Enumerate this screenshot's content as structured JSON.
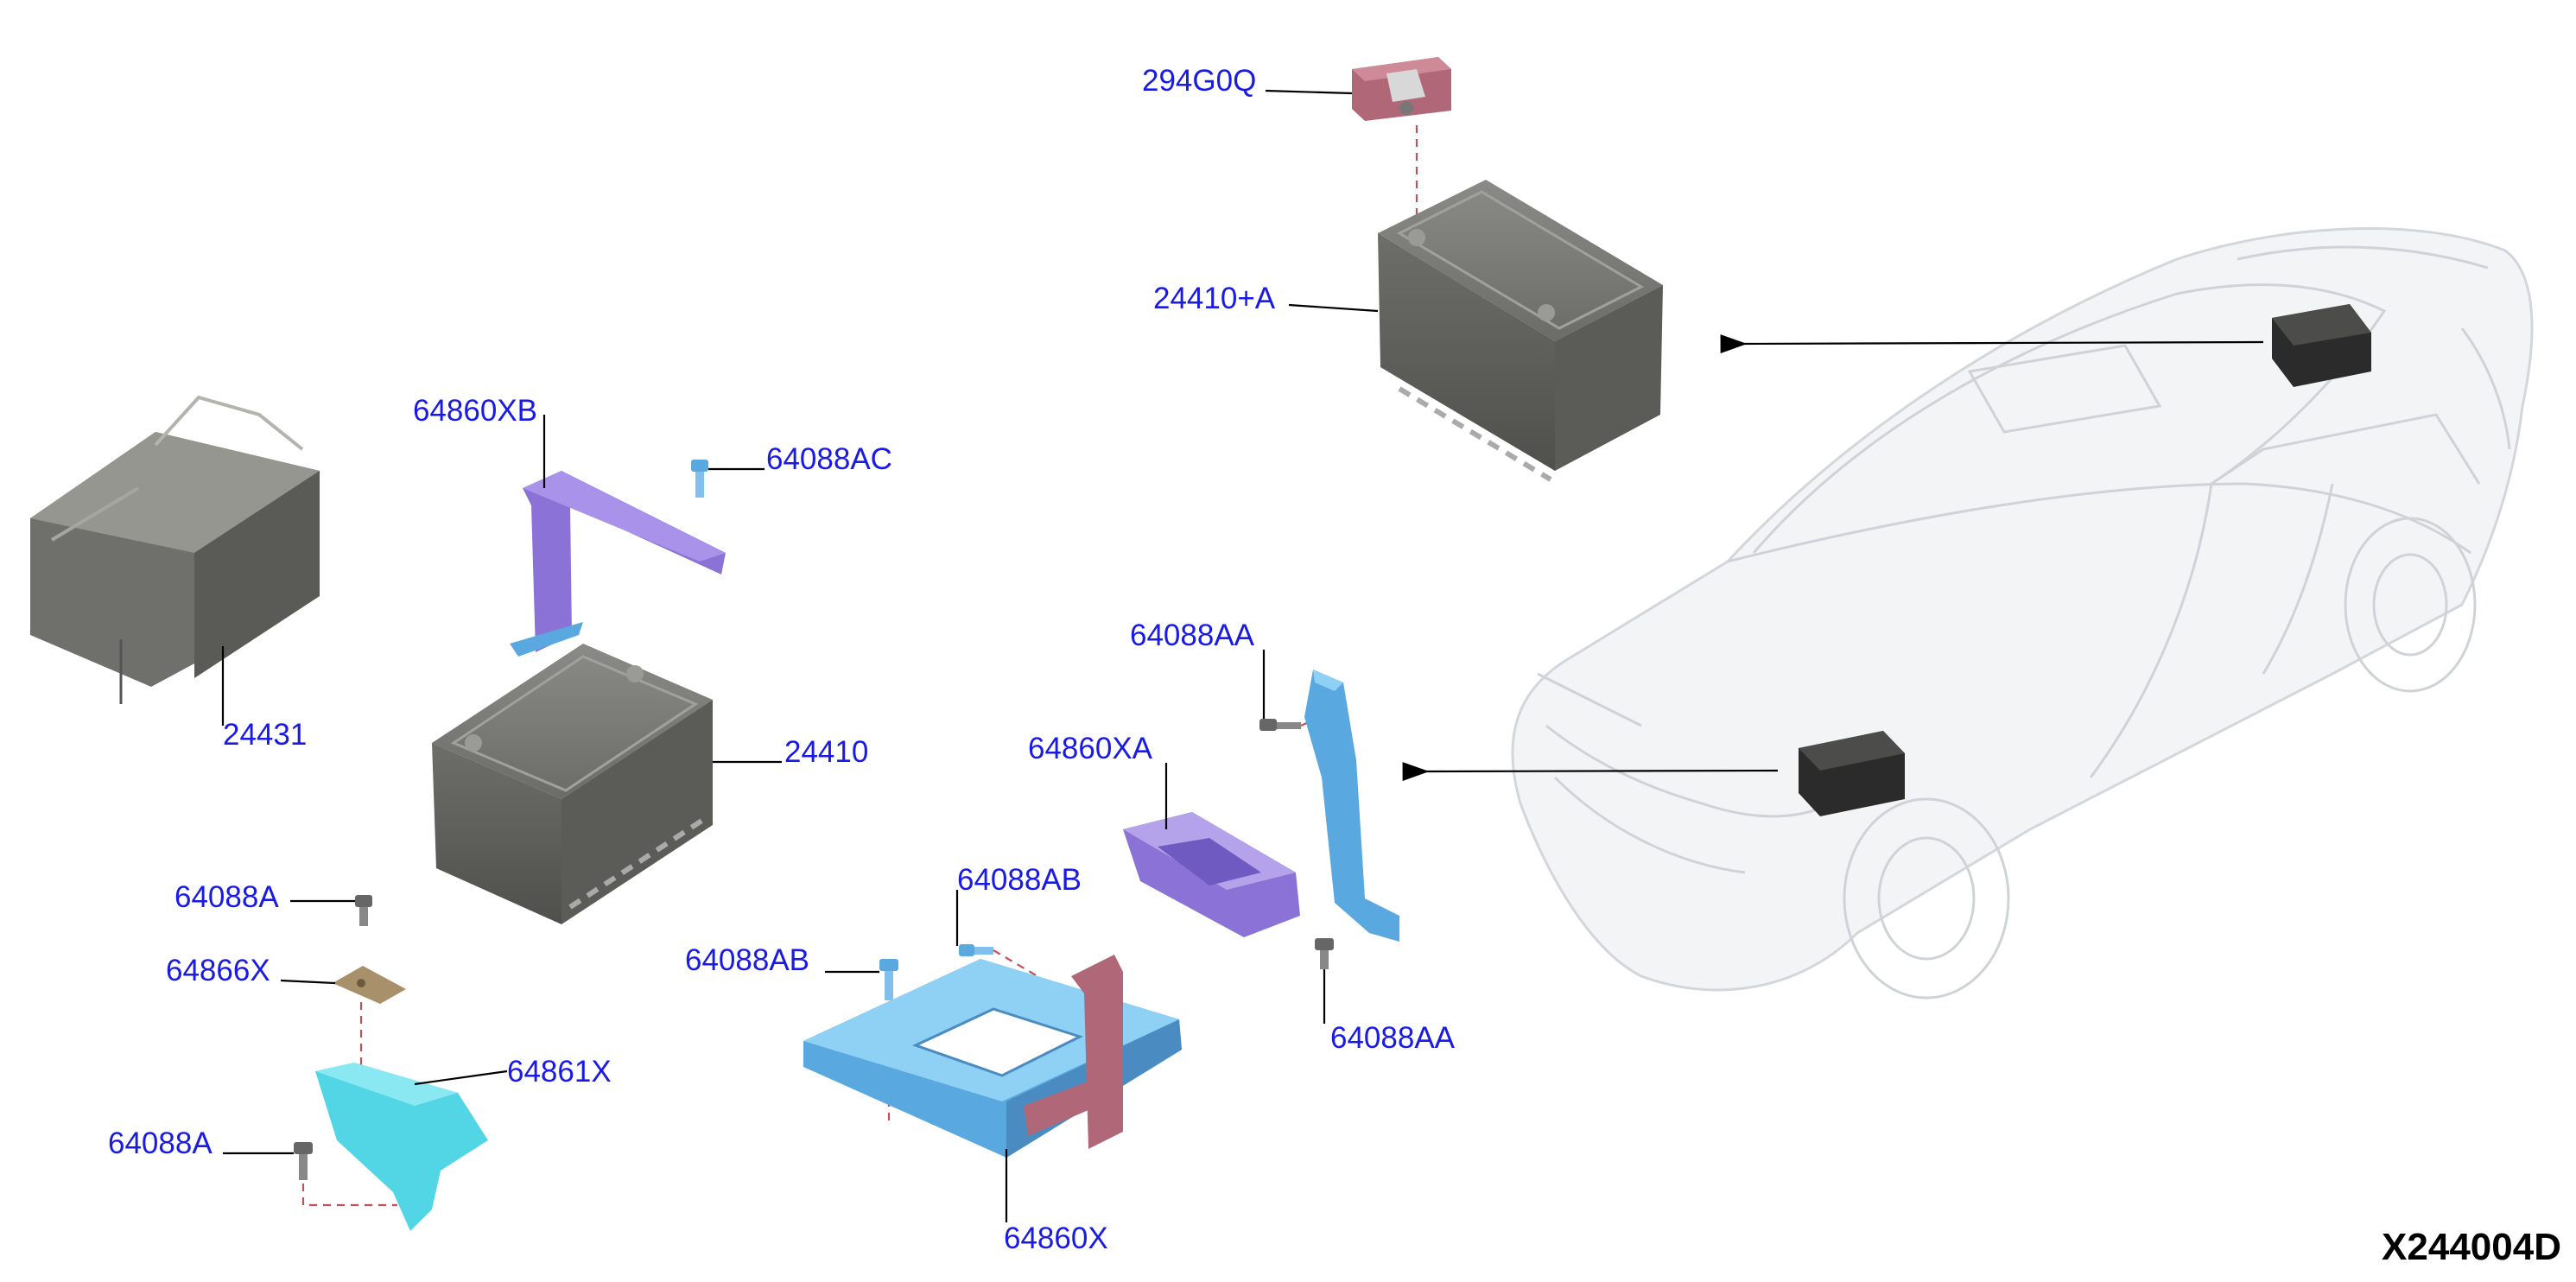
{
  "diagram": {
    "id": "X244004D",
    "colors": {
      "label": "#1a1ae6",
      "battery": "#6d6e68",
      "tray": "#5aa8e0",
      "bracket_purple": "#8a72d6",
      "bracket_cyan": "#52d6e6",
      "mount_red": "#b06878",
      "leader": "#000000"
    },
    "labels": {
      "l_294g0q": "294G0Q",
      "l_24410a": "24410+A",
      "l_64860xb": "64860XB",
      "l_64088ac": "64088AC",
      "l_24431": "24431",
      "l_24410": "24410",
      "l_64088aa_top": "64088AA",
      "l_64860xa": "64860XA",
      "l_64088a_top": "64088A",
      "l_64866x": "64866X",
      "l_64088ab_right": "64088AB",
      "l_64088ab_left": "64088AB",
      "l_64088aa_bottom": "64088AA",
      "l_64861x": "64861X",
      "l_64088a_bottom": "64088A",
      "l_64860x": "64860X"
    }
  }
}
